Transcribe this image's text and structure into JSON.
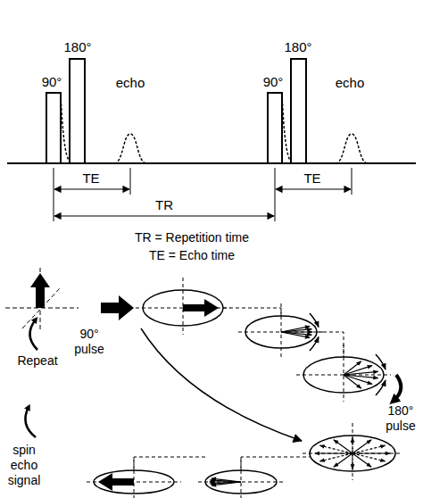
{
  "diagram": {
    "labels": [
      "180°",
      "180°",
      "90°",
      "echo",
      "90°",
      "echo",
      "TE",
      "TE",
      "TR",
      "TR = Repetition time",
      "TE = Echo time",
      "90° pulse",
      "Repeat",
      "180° pulse",
      "spin echo signal"
    ]
  }
}
